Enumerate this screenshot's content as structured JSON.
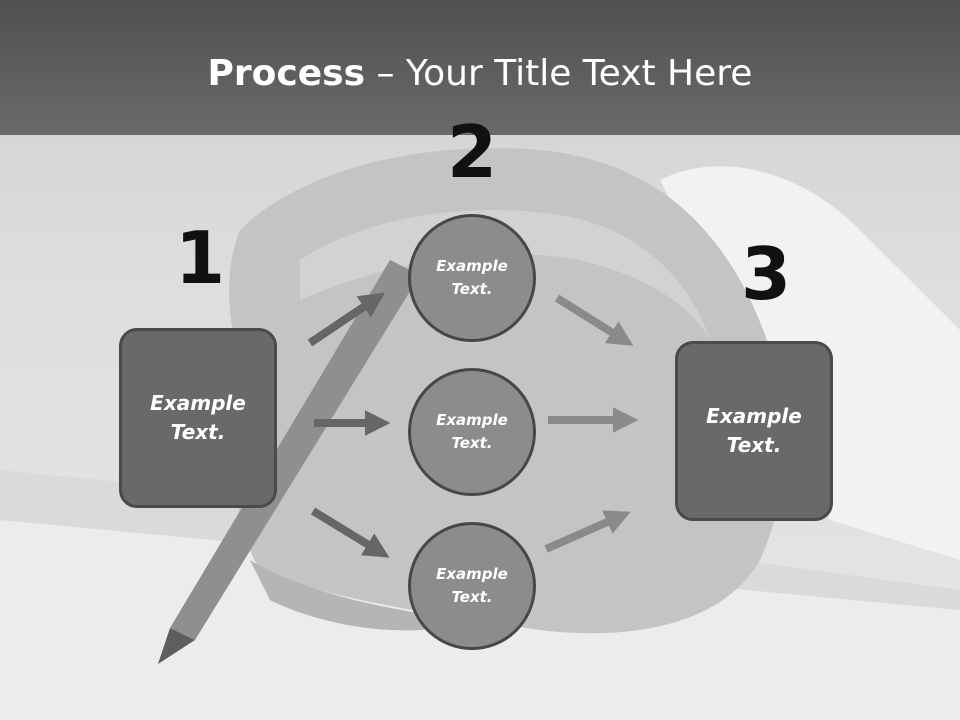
{
  "title": {
    "bold": "Process",
    "rest": " – Your Title Text Here"
  },
  "steps": {
    "one": {
      "number": "1",
      "label": "Example\nText."
    },
    "two": {
      "number": "2"
    },
    "three": {
      "number": "3",
      "label": "Example\nText."
    }
  },
  "circles": [
    {
      "label": "Example\nText."
    },
    {
      "label": "Example\nText."
    },
    {
      "label": "Example\nText."
    }
  ],
  "colors": {
    "box_fill": "#696969",
    "circle_fill": "#8c8c8c",
    "arrow_left": "#666666",
    "arrow_right": "#8a8a8a"
  }
}
